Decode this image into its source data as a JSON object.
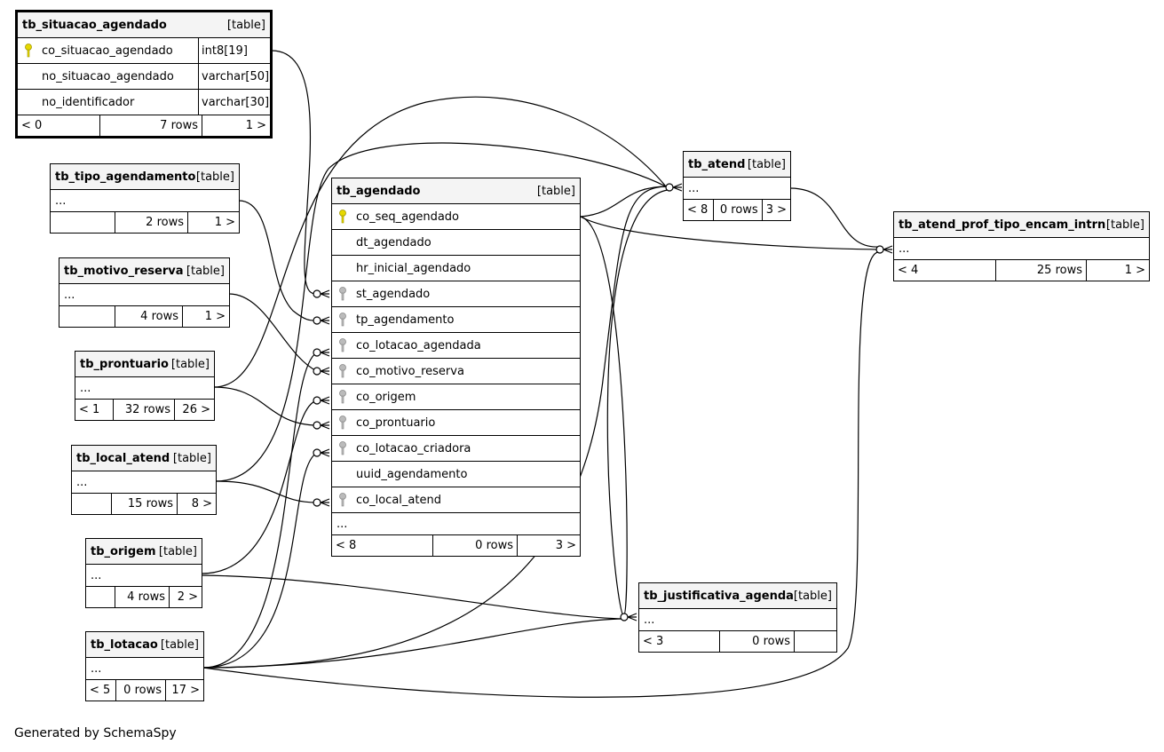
{
  "tables": {
    "tb_situacao_agendado": {
      "name": "tb_situacao_agendado",
      "type": "[table]",
      "columns": [
        {
          "name": "co_situacao_agendado",
          "type": "int8[19]",
          "key": "primary"
        },
        {
          "name": "no_situacao_agendado",
          "type": "varchar[50]",
          "key": "none"
        },
        {
          "name": "no_identificador",
          "type": "varchar[30]",
          "key": "none"
        }
      ],
      "footer": {
        "left": "< 0",
        "rows": "7 rows",
        "right": "1 >"
      }
    },
    "tb_tipo_agendamento": {
      "name": "tb_tipo_agendamento",
      "type": "[table]",
      "ellipsis": "...",
      "footer": {
        "left": "",
        "rows": "2 rows",
        "right": "1 >"
      }
    },
    "tb_motivo_reserva": {
      "name": "tb_motivo_reserva",
      "type": "[table]",
      "ellipsis": "...",
      "footer": {
        "left": "",
        "rows": "4 rows",
        "right": "1 >"
      }
    },
    "tb_prontuario": {
      "name": "tb_prontuario",
      "type": "[table]",
      "ellipsis": "...",
      "footer": {
        "left": "< 1",
        "rows": "32 rows",
        "right": "26 >"
      }
    },
    "tb_local_atend": {
      "name": "tb_local_atend",
      "type": "[table]",
      "ellipsis": "...",
      "footer": {
        "left": "",
        "rows": "15 rows",
        "right": "8 >"
      }
    },
    "tb_origem": {
      "name": "tb_origem",
      "type": "[table]",
      "ellipsis": "...",
      "footer": {
        "left": "",
        "rows": "4 rows",
        "right": "2 >"
      }
    },
    "tb_lotacao": {
      "name": "tb_lotacao",
      "type": "[table]",
      "ellipsis": "...",
      "footer": {
        "left": "< 5",
        "rows": "0 rows",
        "right": "17 >"
      }
    },
    "tb_agendado": {
      "name": "tb_agendado",
      "type": "[table]",
      "ellipsis": "...",
      "columns": [
        {
          "name": "co_seq_agendado",
          "key": "primary"
        },
        {
          "name": "dt_agendado",
          "key": "none"
        },
        {
          "name": "hr_inicial_agendado",
          "key": "none"
        },
        {
          "name": "st_agendado",
          "key": "foreign"
        },
        {
          "name": "tp_agendamento",
          "key": "foreign"
        },
        {
          "name": "co_lotacao_agendada",
          "key": "foreign"
        },
        {
          "name": "co_motivo_reserva",
          "key": "foreign"
        },
        {
          "name": "co_origem",
          "key": "foreign"
        },
        {
          "name": "co_prontuario",
          "key": "foreign"
        },
        {
          "name": "co_lotacao_criadora",
          "key": "foreign"
        },
        {
          "name": "uuid_agendamento",
          "key": "none"
        },
        {
          "name": "co_local_atend",
          "key": "foreign"
        }
      ],
      "footer": {
        "left": "< 8",
        "rows": "0 rows",
        "right": "3 >"
      }
    },
    "tb_atend": {
      "name": "tb_atend",
      "type": "[table]",
      "ellipsis": "...",
      "footer": {
        "left": "< 8",
        "rows": "0 rows",
        "right": "3 >"
      }
    },
    "tb_atend_prof_tipo_encam_intrn": {
      "name": "tb_atend_prof_tipo_encam_intrn",
      "type": "[table]",
      "ellipsis": "...",
      "footer": {
        "left": "< 4",
        "rows": "25 rows",
        "right": "1 >"
      }
    },
    "tb_justificativa_agenda": {
      "name": "tb_justificativa_agenda",
      "type": "[table]",
      "ellipsis": "...",
      "footer": {
        "left": "< 3",
        "rows": "0 rows",
        "right": ""
      }
    }
  },
  "colors": {
    "primary_key": "#e6d800",
    "foreign_key": "#bbbbbb",
    "border": "#000000",
    "header_bg": "#f4f4f4"
  },
  "footer_text": "Generated by SchemaSpy"
}
